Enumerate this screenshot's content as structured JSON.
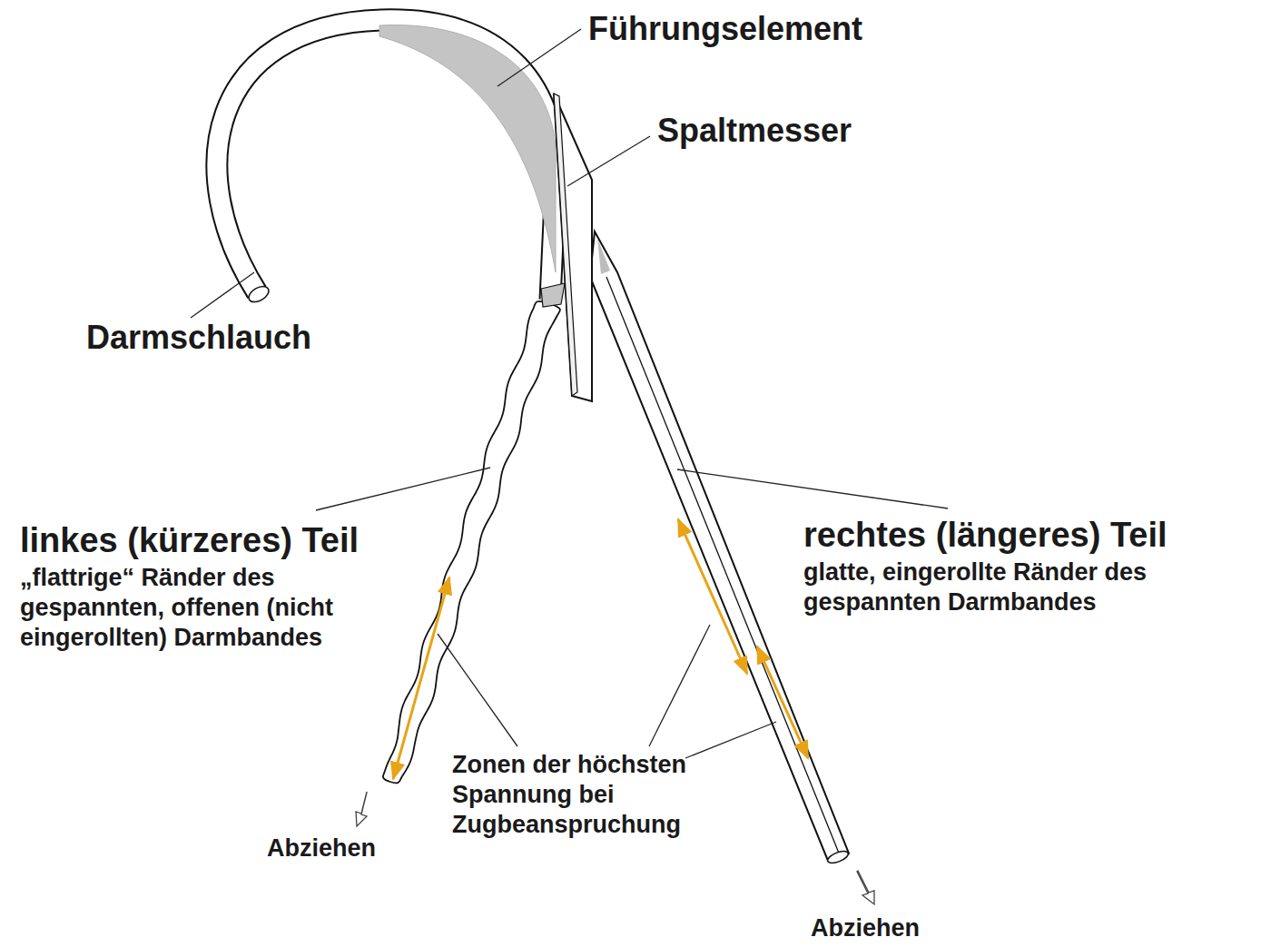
{
  "diagram": {
    "labels": [
      "Führungselement",
      "Spaltmesser",
      "Darmschlauch",
      "linkes (kürzeres) Teil",
      "„flattrige“ Ränder des gespannten, offenen (nicht eingerollten) Darmbandes",
      "rechtes (längeres) Teil",
      "glatte, eingerollte Ränder des gespannten Darmbandes",
      "Zonen der höchsten Spannung bei Zugbeanspruchung",
      "Abziehen",
      "Abziehen"
    ]
  }
}
